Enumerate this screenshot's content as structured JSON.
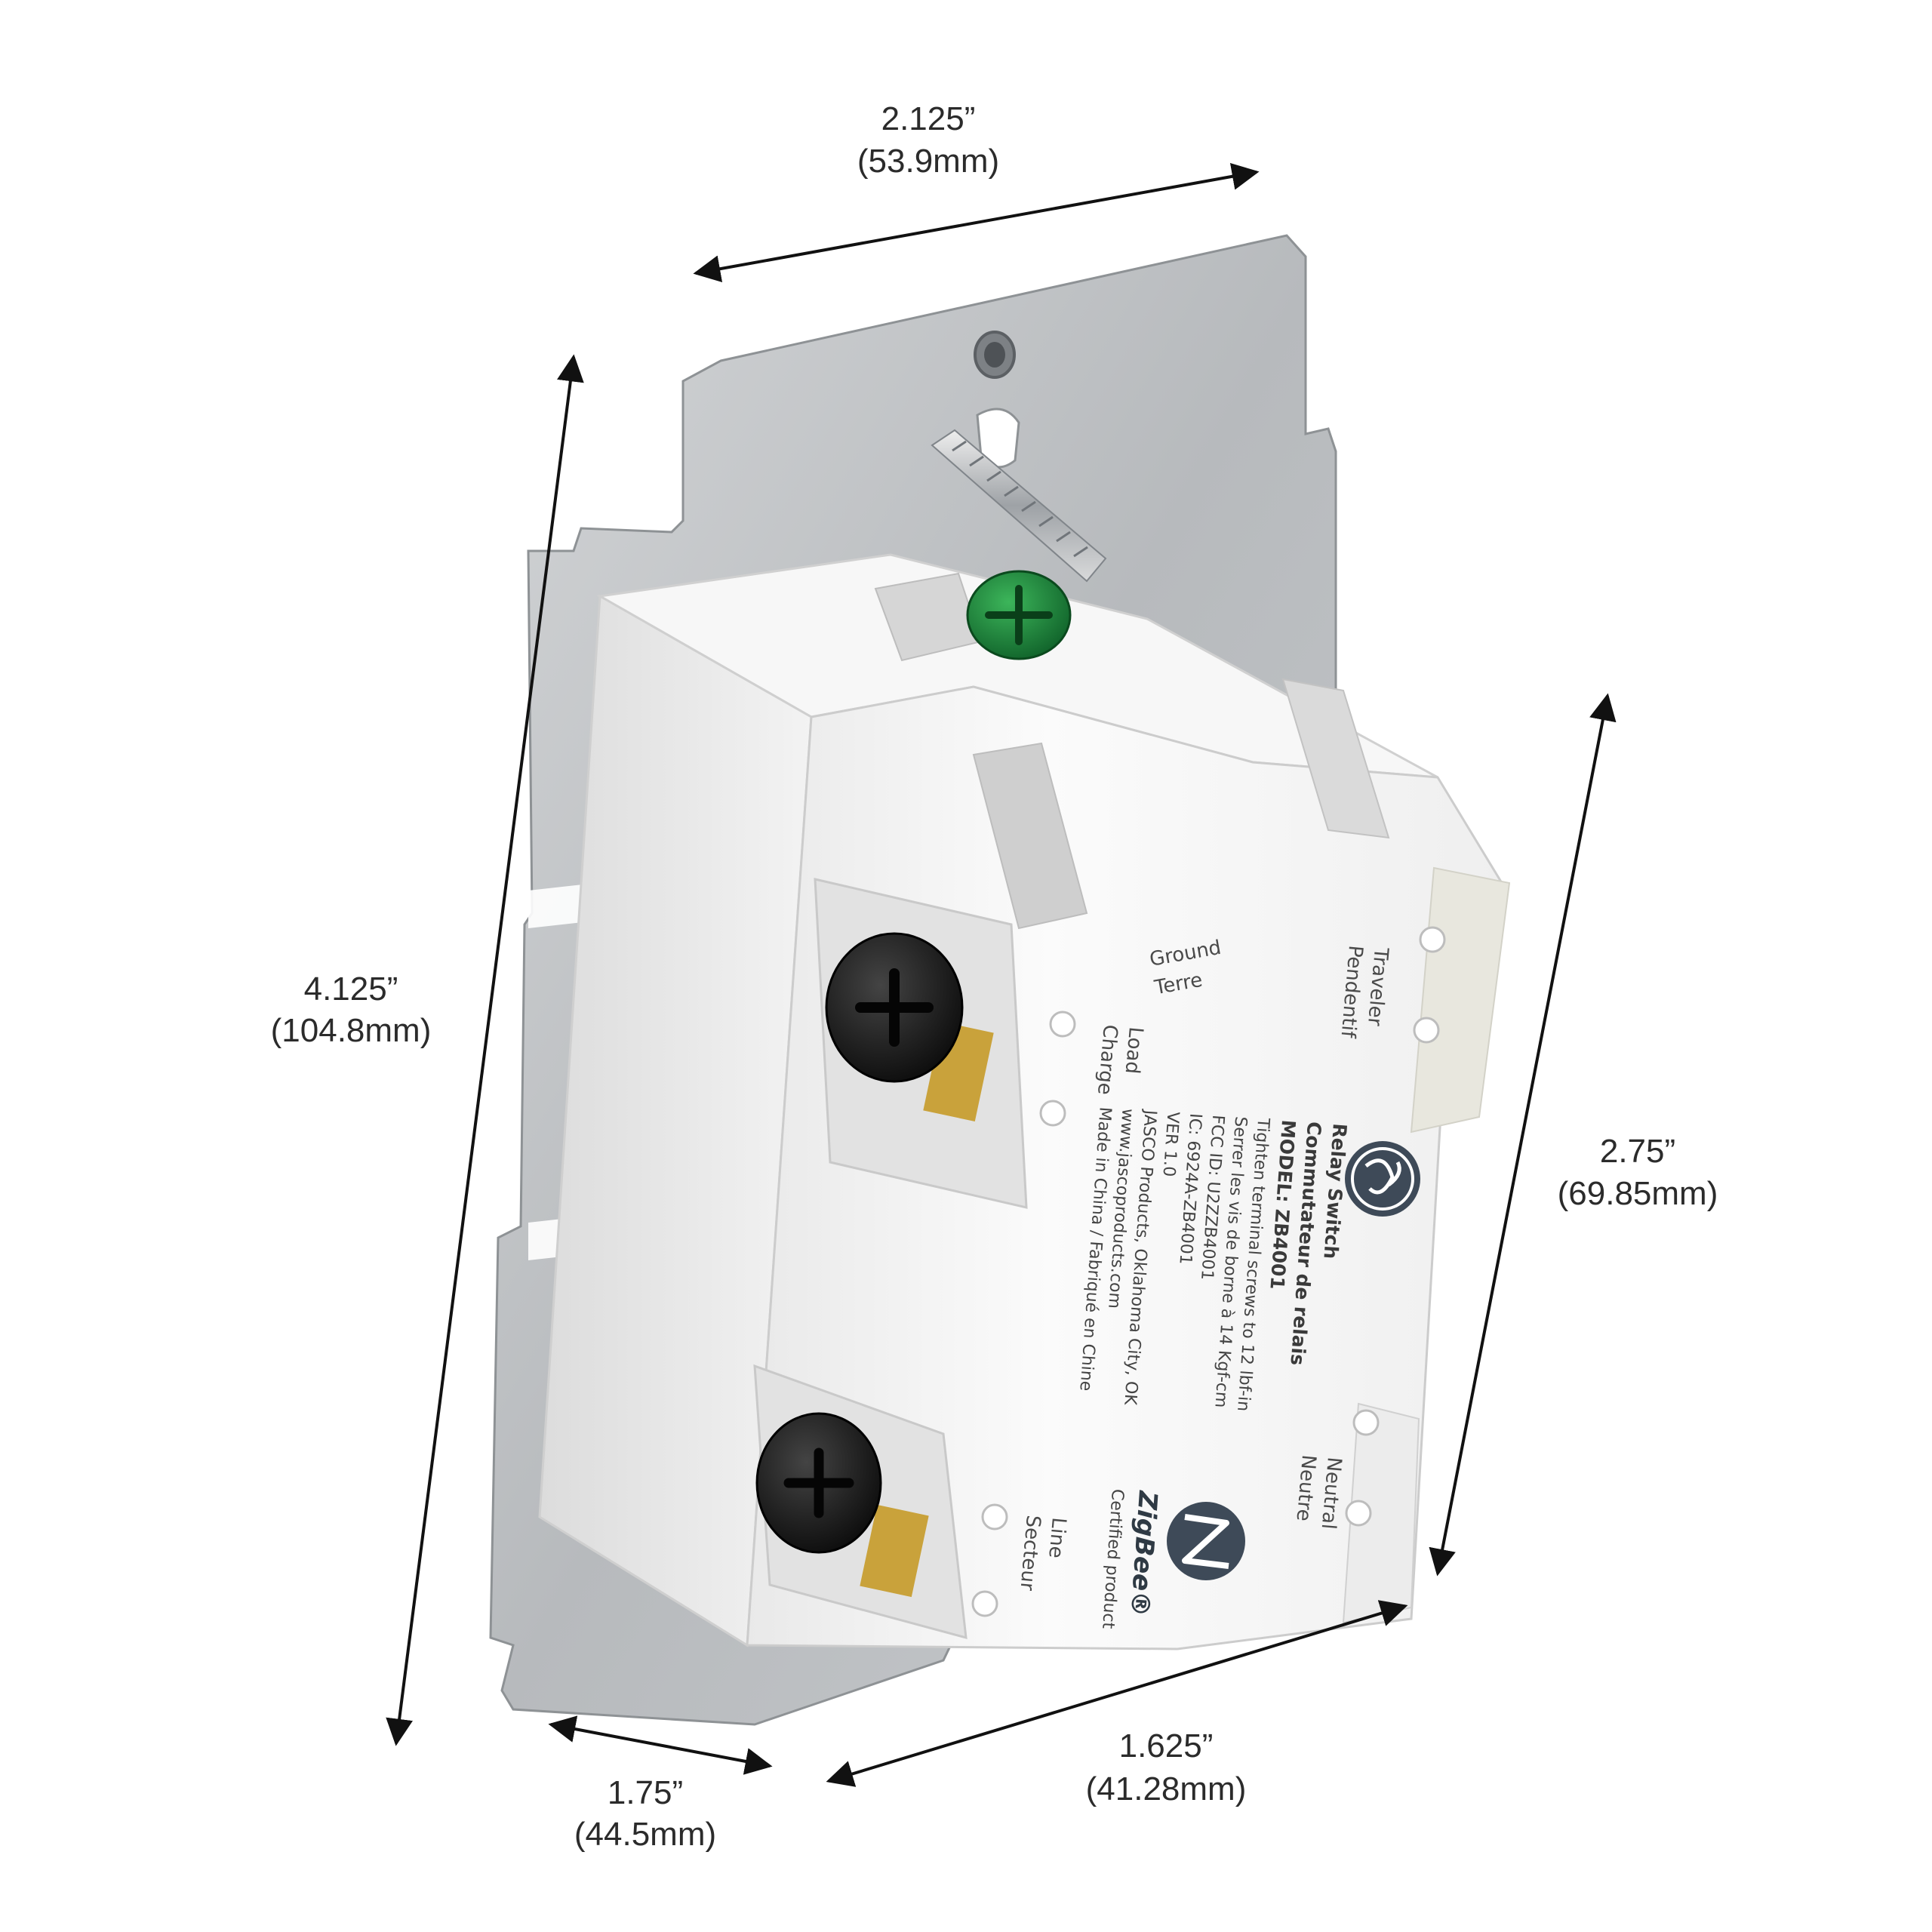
{
  "dimensions": {
    "top_width": {
      "inches": "2.125”",
      "mm": "(53.9mm)"
    },
    "plate_height": {
      "inches": "4.125”",
      "mm": "(104.8mm)"
    },
    "body_height": {
      "inches": "2.75”",
      "mm": "(69.85mm)"
    },
    "depth": {
      "inches": "1.75”",
      "mm": "(44.5mm)"
    },
    "body_width": {
      "inches": "1.625”",
      "mm": "(41.28mm)"
    }
  },
  "terminals": {
    "ground": [
      "Ground",
      "Terre"
    ],
    "traveler": [
      "Traveler",
      "Pendentif"
    ],
    "load": [
      "Load",
      "Charge"
    ],
    "neutral": [
      "Neutral",
      "Neutre"
    ],
    "line": [
      "Line",
      "Secteur"
    ]
  },
  "label": {
    "line1": "Relay Switch",
    "line2": "Commutateur de relais",
    "line3": "MODEL: ZB4001",
    "line4": "Tighten terminal screws to 12 lbf-in",
    "line5": "Serrer les vis de borne à 14 Kgf-cm",
    "line6": "FCC ID: U2ZZB4001",
    "line7": "IC: 6924A-ZB4001",
    "line8": "VER 1.0",
    "line9": "JASCO Products, Oklahoma City, OK",
    "line10": "www.jascoproducts.com",
    "line11": "Made in China / Fabriqué en Chine"
  },
  "zigbee": {
    "brand": "ZigBee®",
    "tagline": "Certified product"
  },
  "colors": {
    "plate": "#b9bcbf",
    "body": "#f2f2f2",
    "ground_screw": "#1f8a3a",
    "terminal_screw": "#1c1c1c",
    "brass": "#c9a23b",
    "arrow": "#111111"
  }
}
